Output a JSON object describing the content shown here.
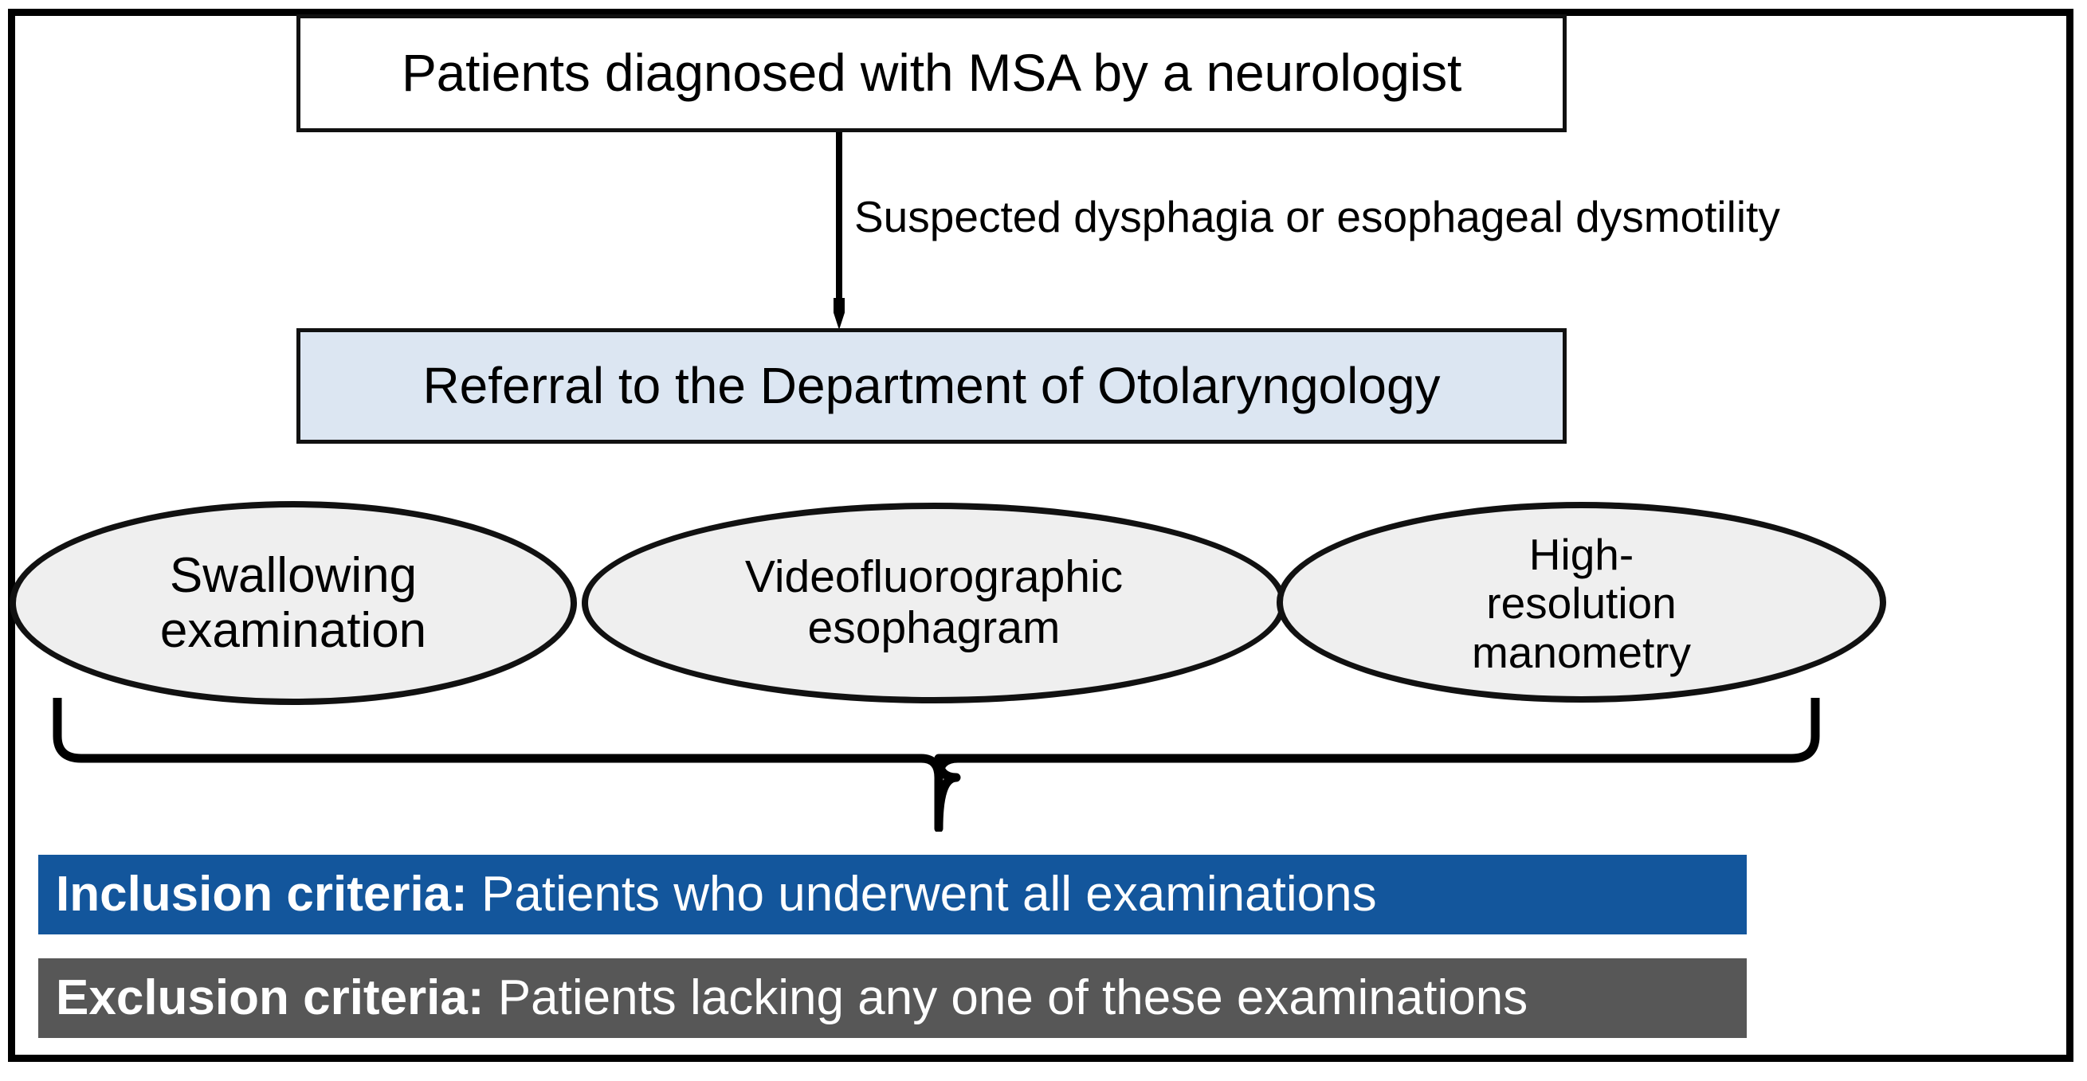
{
  "diagram": {
    "type": "flowchart",
    "title": "MSA dysphagia study patient selection flowchart",
    "colors": {
      "frame": "#000000",
      "referral_box_fill": "#dce6f2",
      "ellipse_fill": "#efefef",
      "inclusion_bar": "#13569c",
      "exclusion_bar": "#575757",
      "text_on_bar": "#ffffff",
      "node_text": "#000000"
    },
    "nodes": {
      "diagnosed": {
        "shape": "rectangle",
        "label": "Patients diagnosed with MSA by a neurologist"
      },
      "referral": {
        "shape": "rectangle",
        "label": "Referral to the Department of Otolaryngology"
      },
      "examinations": [
        {
          "id": "swallowing-examination",
          "shape": "ellipse",
          "label": "Swallowing\nexamination"
        },
        {
          "id": "videofluorographic-esophagram",
          "shape": "ellipse",
          "label": "Videofluorographic\nesophagram"
        },
        {
          "id": "high-resolution-manometry",
          "shape": "ellipse",
          "label": "High-\nresolution\nmanometry"
        }
      ]
    },
    "edges": [
      {
        "from": "diagnosed",
        "to": "referral",
        "label": "Suspected dysphagia or esophageal dysmotility",
        "arrow": "down"
      },
      {
        "from": "examinations",
        "to": "criteria",
        "label": "",
        "connector": "curly-brace"
      }
    ],
    "criteria": [
      {
        "id": "inclusion",
        "label": "Inclusion criteria",
        "separator": ": ",
        "body": "Patients who underwent all examinations"
      },
      {
        "id": "exclusion",
        "label": "Exclusion criteria",
        "separator": ": ",
        "body": "Patients lacking any one of these examinations"
      }
    ]
  }
}
